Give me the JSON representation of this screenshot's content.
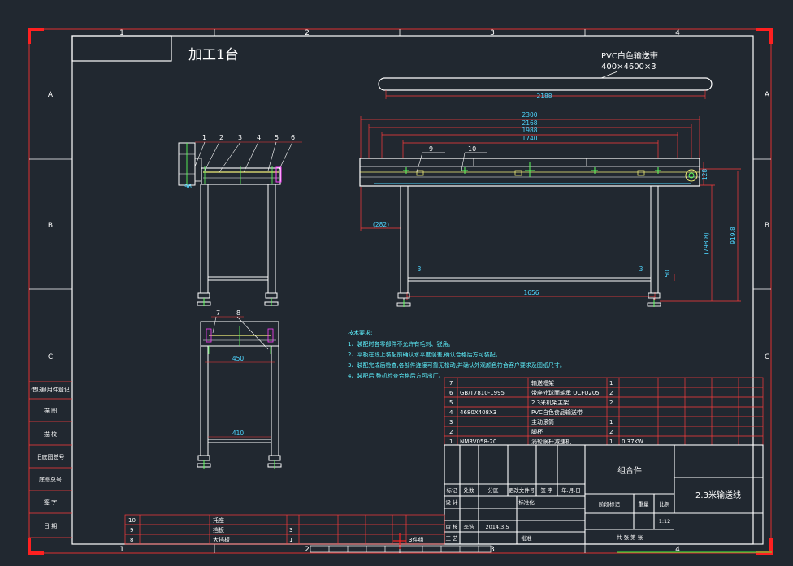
{
  "title_note": "加工1台",
  "border": {
    "columns": [
      "1",
      "2",
      "3",
      "4"
    ],
    "rows": [
      "A",
      "B",
      "C"
    ]
  },
  "belt": {
    "label_line1": "PVC白色输送带",
    "label_line2": "400×4600×3",
    "dim_length": "2188"
  },
  "front_view": {
    "dims": [
      "2300",
      "2168",
      "1988",
      "1740",
      "(282)",
      "1656",
      "3",
      "3",
      "50",
      "128",
      "(798.8)",
      "919.8"
    ],
    "balloons": [
      "9",
      "10"
    ]
  },
  "side_view": {
    "balloons": [
      "1",
      "2",
      "3",
      "4",
      "5",
      "6"
    ],
    "dim_small": "96"
  },
  "bottom_view": {
    "balloons": [
      "7",
      "8"
    ],
    "dim_width": "450",
    "dim_inner": "410"
  },
  "tech_notes": [
    "技术要求:",
    "1、装配时各零部件不允许有毛刺、锐角。",
    "2、平板在线上装配前确认水平度误差,确认合格后方可装配。",
    "3、装配完成后检查,各部件连接可靠无松动,并确认外观颜色符合客户要求及图纸尺寸。",
    "4、装配后,整机检查合格后方可出厂。"
  ],
  "bom_rows": [
    {
      "no": "7",
      "code": "",
      "name": "输送框架",
      "qty": "1",
      "note": ""
    },
    {
      "no": "6",
      "code": "GB/T7810-1995",
      "name": "带座外球面轴承 UCFU205",
      "qty": "2",
      "note": ""
    },
    {
      "no": "5",
      "code": "",
      "name": "2.3米机架主架",
      "qty": "2",
      "note": ""
    },
    {
      "no": "4",
      "code": "4680X408X3",
      "name": "PVC白色食品输送带",
      "qty": "",
      "note": ""
    },
    {
      "no": "3",
      "code": "",
      "name": "主动滚筒",
      "qty": "1",
      "note": ""
    },
    {
      "no": "2",
      "code": "",
      "name": "脚杯",
      "qty": "2",
      "note": ""
    },
    {
      "no": "1",
      "code": "NMRV058-20",
      "name": "涡轮蜗杆减速机",
      "qty": "1",
      "note": "0.37KW"
    }
  ],
  "left_side_labels": [
    "借(通)用件登记",
    "描  图",
    "描  校",
    "旧底图总号",
    "底图总号",
    "签  字",
    "日  期"
  ],
  "title_block": {
    "component_type": "组合件",
    "drawing_name": "2.3米输送线",
    "scale": "1:12",
    "date": "2014.3.5",
    "designer": "李浩",
    "header_cells": [
      "标记",
      "处数",
      "分区",
      "更改文件号",
      "签 字",
      "年.月.日"
    ],
    "row_labels": [
      "设 计",
      "审 核",
      "工 艺"
    ],
    "std_label": "标准化",
    "approve_label": "批准",
    "stage_label": "阶段标记",
    "weight_label": "重量",
    "scale_label": "比例",
    "sheet_text": "共   张   第   张"
  },
  "misc_parts": [
    {
      "no": "10",
      "name": "托座",
      "qty": "",
      "note": ""
    },
    {
      "no": "9",
      "name": "挡板",
      "qty": "3",
      "note": ""
    },
    {
      "no": "8",
      "name": "大挡板",
      "qty": "1",
      "note": ""
    }
  ],
  "misc_tail": "3件组",
  "colors": {
    "background": "#212830",
    "frame": "#ffffff",
    "dimension": "#ff3b3b",
    "dim_text": "#4fd6ff",
    "part_highlight": "#f3f07a",
    "note_text": "#5ef3ff"
  }
}
